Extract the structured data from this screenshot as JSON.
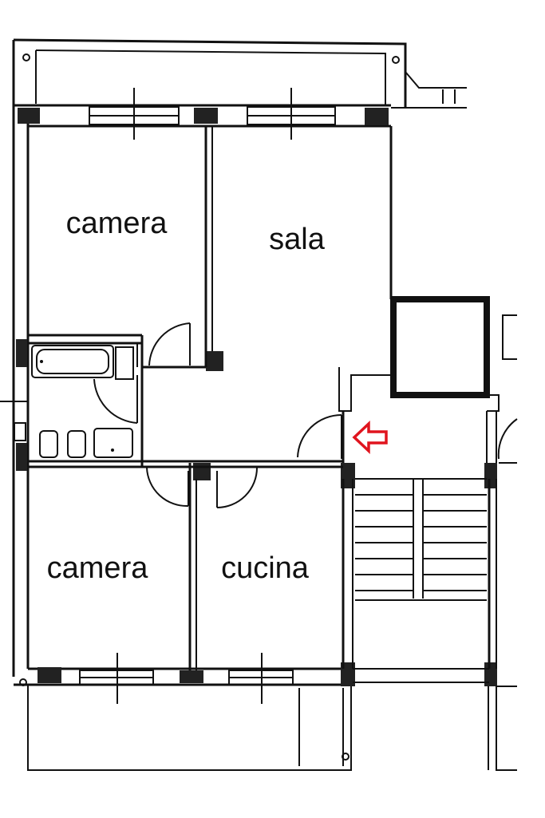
{
  "rooms": {
    "camera_top": "camera",
    "sala": "sala",
    "camera_bottom": "camera",
    "cucina": "cucina"
  },
  "entrance_arrow_color": "#e0141e"
}
